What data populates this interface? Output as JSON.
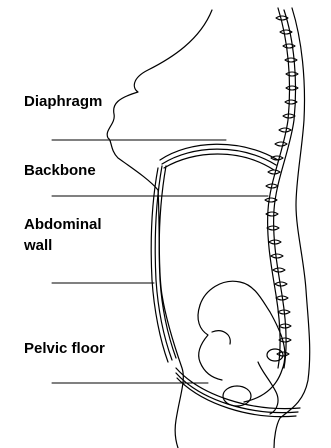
{
  "labels": {
    "diaphragm": "Diaphragm",
    "backbone": "Backbone",
    "abdominal_wall_line1": "Abdominal",
    "abdominal_wall_line2": "wall",
    "pelvic_floor": "Pelvic floor"
  },
  "colors": {
    "ink": "#000000",
    "background": "#ffffff"
  }
}
